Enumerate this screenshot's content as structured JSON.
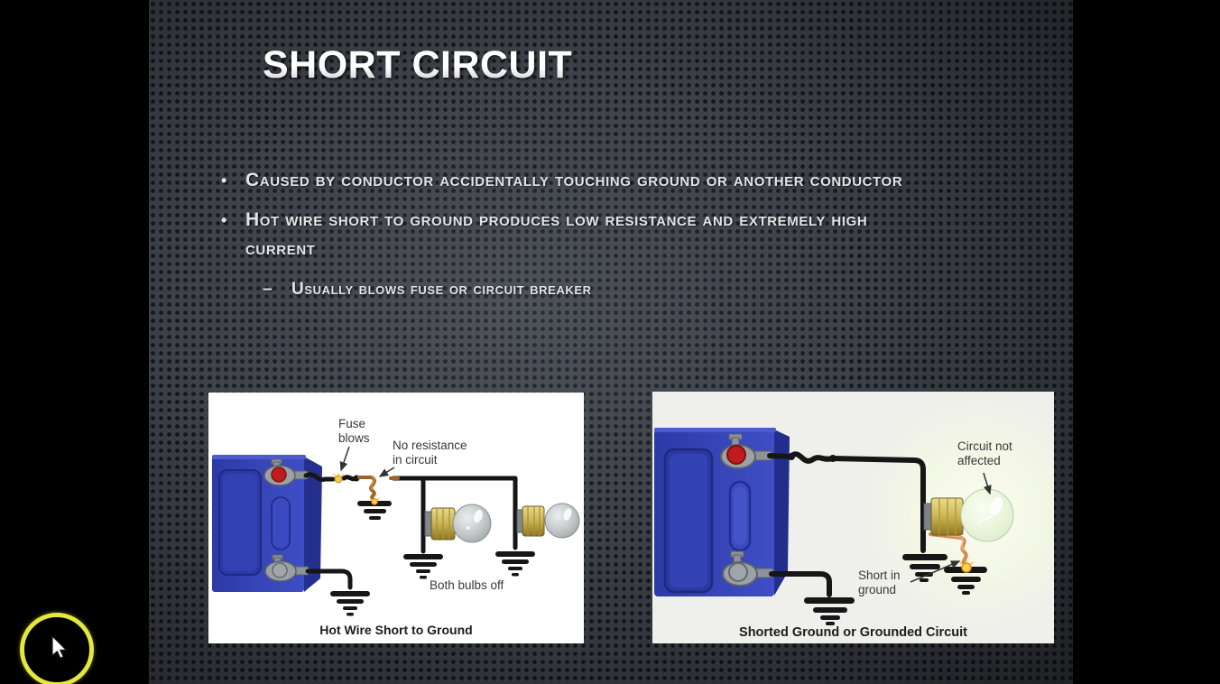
{
  "slide": {
    "title": "Short Circuit",
    "bullets": [
      {
        "marker": "•",
        "text": "Caused by conductor accidentally touching ground or another conductor"
      },
      {
        "marker": "•",
        "text": "Hot wire short to ground produces low resistance and extremely high current"
      },
      {
        "marker": "–",
        "text": "Usually blows fuse or circuit breaker"
      }
    ]
  },
  "figure_left": {
    "caption": "Hot Wire Short to Ground",
    "labels": {
      "fuse_line1": "Fuse",
      "fuse_line2": "blows",
      "resistance_line1": "No resistance",
      "resistance_line2": "in circuit",
      "bulbs_off": "Both bulbs off"
    }
  },
  "figure_right": {
    "caption": "Shorted Ground or Grounded Circuit",
    "labels": {
      "circuit_line1": "Circuit not",
      "circuit_line2": "affected",
      "short_line1": "Short in",
      "short_line2": "ground"
    }
  },
  "colors": {
    "backdrop": "#000000",
    "slide_background": "#3f434a",
    "texture_dot": "#15181c",
    "title_text": "#f5f6f7",
    "body_text": "#e2e4e6",
    "figure_background_left": "#ffffff",
    "figure_background_right": "#efefeb",
    "battery_blue": "#3443b4",
    "terminal_red": "#bf1d1d",
    "terminal_gray": "#9fa5a9",
    "wire_black": "#161616",
    "copper_wire": "#9c6226",
    "short_wire_orange": "#d28a52",
    "spark_yellow": "#ffd24f",
    "bulb_glow_green": "#e7f3d8",
    "pointer_ring_yellow": "#e4e73d"
  }
}
